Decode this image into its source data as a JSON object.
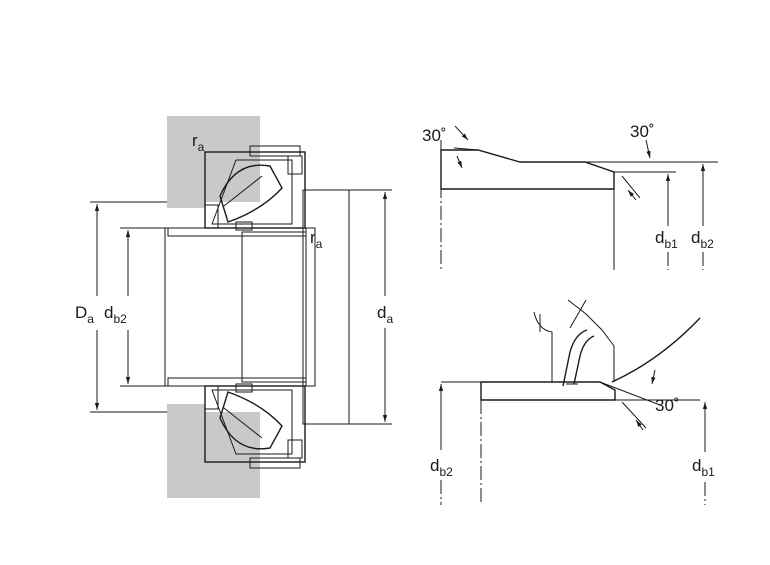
{
  "colors": {
    "housing": "#c9c9c9",
    "shaft_light": "#e8e8e8",
    "shaft_mid": "#d2d2d2",
    "line": "#1a1a1a"
  },
  "labels": {
    "ra_top": {
      "main": "r",
      "sub": "a"
    },
    "ra_shaft": {
      "main": "r",
      "sub": "a"
    },
    "Da": {
      "main": "D",
      "sub": "a"
    },
    "db2_left": {
      "main": "d",
      "sub": "b2"
    },
    "da": {
      "main": "d",
      "sub": "a"
    },
    "angle_top_left": "30˚",
    "angle_top_right": "30˚",
    "db1_top": {
      "main": "d",
      "sub": "b1"
    },
    "db2_top": {
      "main": "d",
      "sub": "b2"
    },
    "angle_bottom": "30˚",
    "db2_bottom": {
      "main": "d",
      "sub": "b2"
    },
    "db1_bottom": {
      "main": "d",
      "sub": "b1"
    }
  }
}
